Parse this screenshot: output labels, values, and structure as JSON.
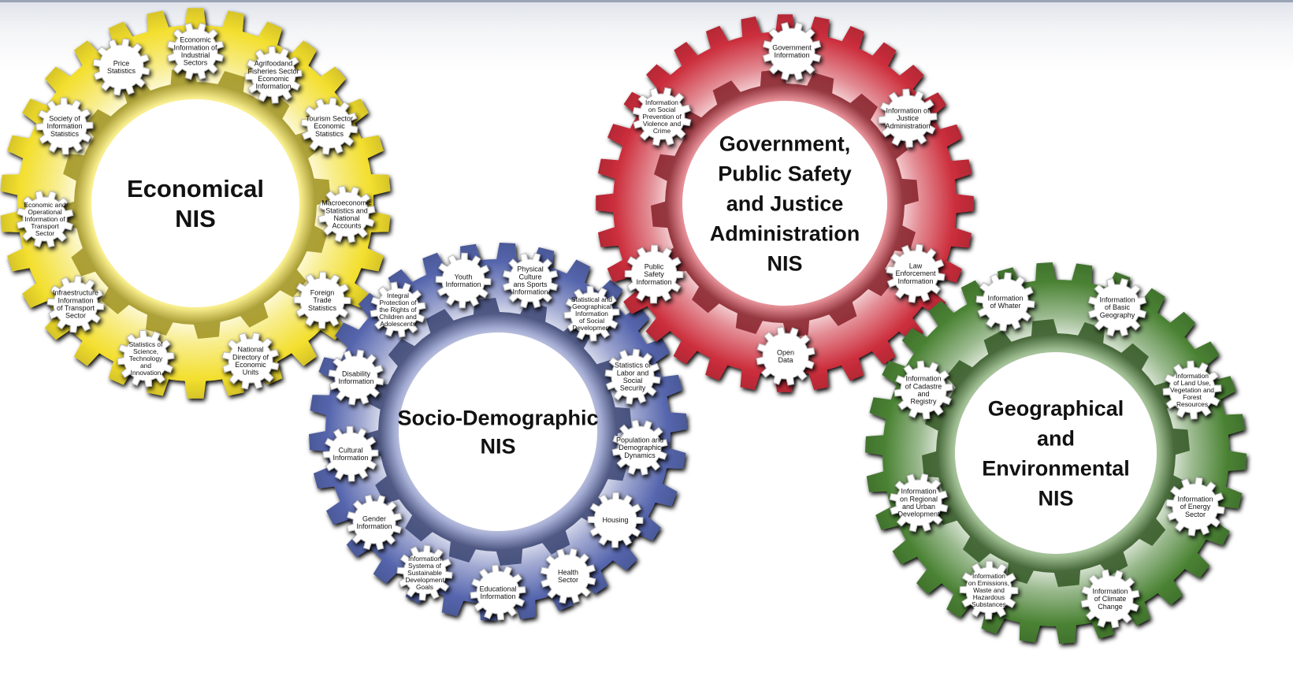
{
  "colors": {
    "economical": "#f3df2e",
    "socio_demographic": "#5565ad",
    "government": "#cc2e3c",
    "geographical": "#4a8233"
  },
  "systems": [
    {
      "id": "economical",
      "title_lines": [
        "Economical",
        "NIS"
      ],
      "items": [
        [
          "Economic",
          "Information of",
          "Industrial",
          "Sectors"
        ],
        [
          "Agrifoodand",
          "Fisheries Sector",
          "Economic",
          "Information"
        ],
        [
          "Tourism Sector",
          "Economic",
          "Statistics"
        ],
        [
          "Macroeconomic",
          "Statistics and",
          "National",
          "Accounts"
        ],
        [
          "Foreign",
          "Trade",
          "Statistics"
        ],
        [
          "National",
          "Directory of",
          "Economic",
          "Units"
        ],
        [
          "Statistics of",
          "Science,",
          "Technology",
          "and",
          "Innovation"
        ],
        [
          "Infraestructure",
          "Information",
          "of Transport",
          "Sector"
        ],
        [
          "Economic and",
          "Operational",
          "Information of",
          "Transport",
          "Sector"
        ],
        [
          "Society of",
          "Information",
          "Statistics"
        ],
        [
          "Price",
          "Statistics"
        ]
      ]
    },
    {
      "id": "socio-demographic",
      "title_lines": [
        "Socio-Demographic",
        "NIS"
      ],
      "items": [
        [
          "Physical",
          "Culture",
          "ans Sports",
          "Information"
        ],
        [
          "Statistical and",
          "Geographical",
          "Information",
          "of Social",
          "Development"
        ],
        [
          "Statistics of",
          "Labor and",
          "Social",
          "Security"
        ],
        [
          "Population and",
          "Demographic",
          "Dynamics"
        ],
        [
          "Housing"
        ],
        [
          "Health",
          "Sector"
        ],
        [
          "Educational",
          "Information"
        ],
        [
          "Information",
          "Systema of",
          "Sustainable",
          "Development",
          "Goals"
        ],
        [
          "Gender",
          "Information"
        ],
        [
          "Cultural",
          "Information"
        ],
        [
          "Disability",
          "Information"
        ],
        [
          "Integral",
          "Protection of",
          "the Rights of",
          "Children and",
          "Adolescents"
        ],
        [
          "Youth",
          "Information"
        ]
      ]
    },
    {
      "id": "government",
      "title_lines": [
        "Government,",
        "Public Safety",
        "and Justice",
        "Administration",
        "NIS"
      ],
      "items": [
        [
          "Government",
          "Information"
        ],
        [
          "Information of",
          "Justice",
          "Administration"
        ],
        [
          "Law",
          "Enforcement",
          "Information"
        ],
        [
          "Open",
          "Data"
        ],
        [
          "Public",
          "Safety",
          "Information"
        ],
        [
          "Information",
          "on Social",
          "Prevention of",
          "Violence and",
          "Crime"
        ]
      ]
    },
    {
      "id": "geographical",
      "title_lines": [
        "Geographical",
        "and",
        "Environmental",
        "NIS"
      ],
      "items": [
        [
          "Information",
          "of Basic",
          "Geography"
        ],
        [
          "Information",
          "of Land Use,",
          "Vegetation and",
          "Forest",
          "Resources"
        ],
        [
          "Information",
          "of Energy",
          "Sector"
        ],
        [
          "Information",
          "of Climate",
          "Change"
        ],
        [
          "Information",
          "on Emissions,",
          "Waste and",
          "Hazardous",
          "Substances"
        ],
        [
          "Information",
          "on Regional",
          "and Urban",
          "Development"
        ],
        [
          "Information",
          "of Cadastre",
          "and",
          "Registry"
        ],
        [
          "Information",
          "of Whater"
        ]
      ]
    }
  ]
}
